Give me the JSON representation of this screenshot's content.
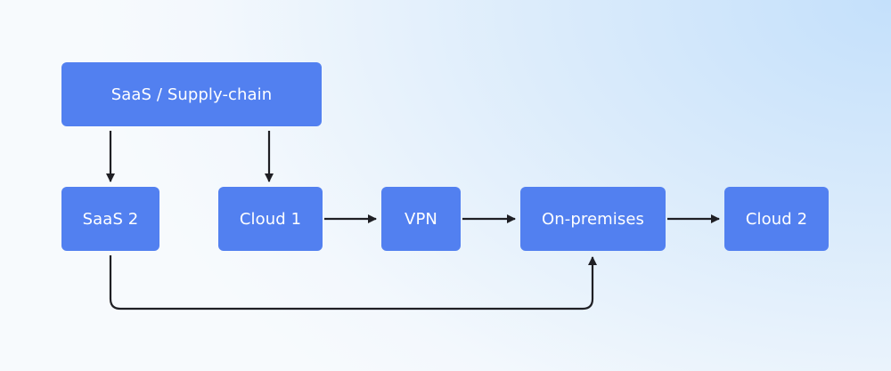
{
  "nodes": {
    "saas_supply_chain": "SaaS / Supply-chain",
    "saas_2": "SaaS 2",
    "cloud_1": "Cloud 1",
    "vpn": "VPN",
    "on_premises": "On-premises",
    "cloud_2": "Cloud 2"
  },
  "edges": [
    {
      "from": "SaaS / Supply-chain",
      "to": "SaaS 2"
    },
    {
      "from": "SaaS / Supply-chain",
      "to": "Cloud 1"
    },
    {
      "from": "Cloud 1",
      "to": "VPN"
    },
    {
      "from": "VPN",
      "to": "On-premises"
    },
    {
      "from": "On-premises",
      "to": "Cloud 2"
    },
    {
      "from": "SaaS 2",
      "to": "On-premises"
    }
  ],
  "colors": {
    "node_fill": "#5280f0",
    "node_text": "#ffffff",
    "edge": "#1f1f24"
  }
}
